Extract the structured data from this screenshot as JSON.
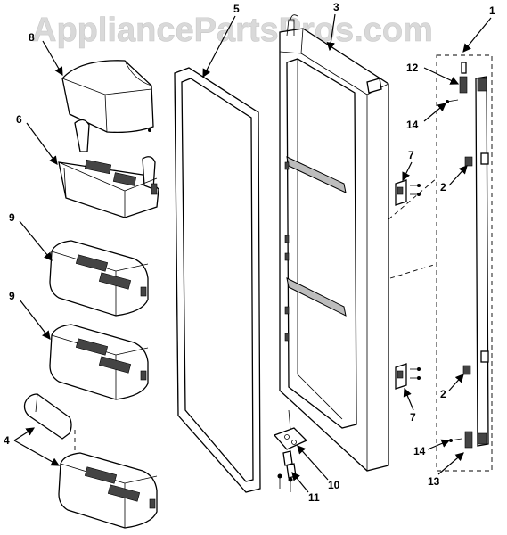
{
  "watermark": "AppliancePartsPros.com",
  "callouts": {
    "c1": "1",
    "c2a": "2",
    "c2b": "2",
    "c3": "3",
    "c4": "4",
    "c5": "5",
    "c6": "6",
    "c7a": "7",
    "c7b": "7",
    "c8": "8",
    "c9a": "9",
    "c9b": "9",
    "c10": "10",
    "c11": "11",
    "c12": "12",
    "c13": "13",
    "c14a": "14",
    "c14b": "14"
  }
}
